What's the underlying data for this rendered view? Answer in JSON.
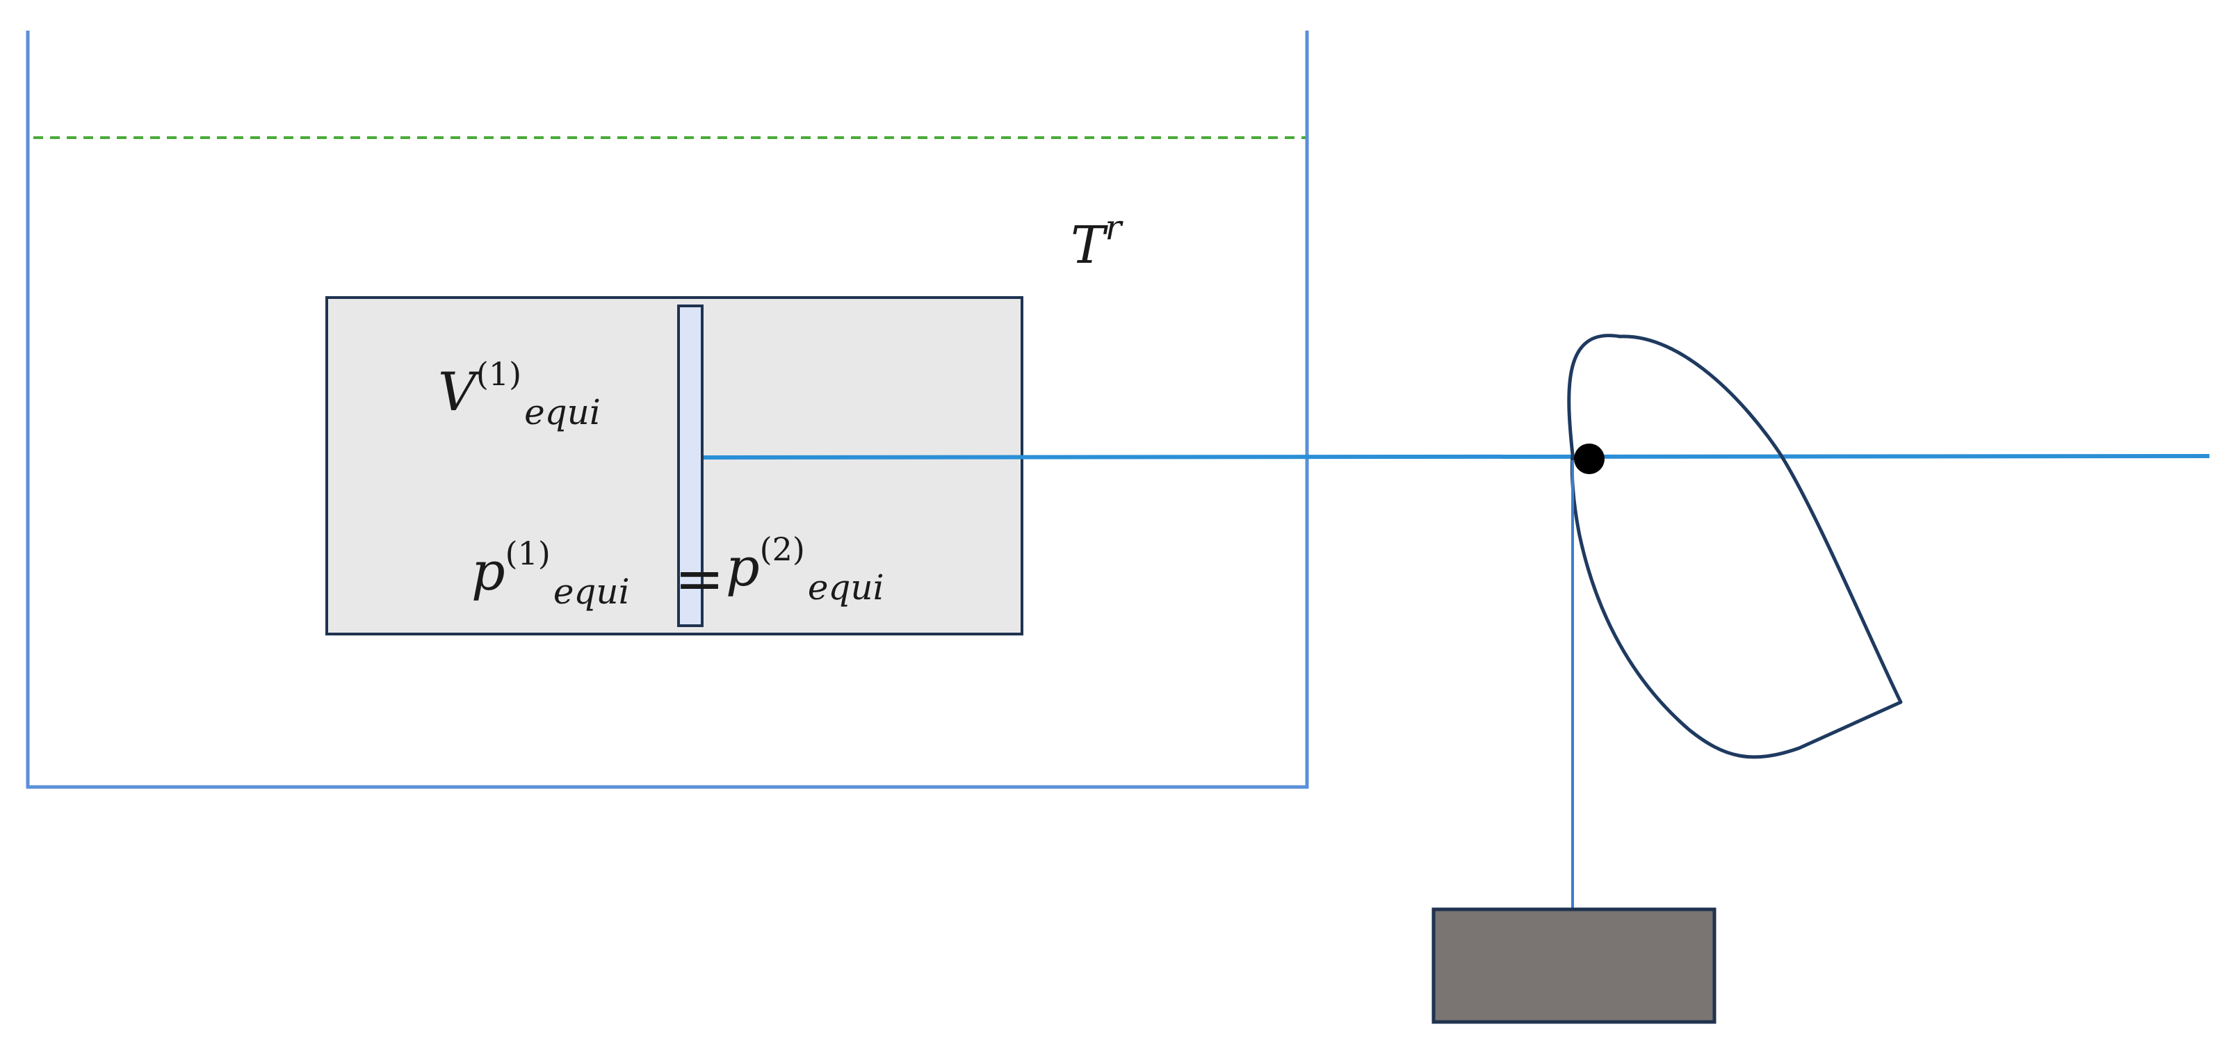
{
  "labels": {
    "temperature": {
      "base": "T",
      "sup": "r"
    },
    "volume": {
      "base": "V",
      "sup": "(1)",
      "sub": "equi"
    },
    "pressure_left": {
      "base": "p",
      "sup": "(1)",
      "sub": "equi"
    },
    "equals_sign": "=",
    "pressure_right": {
      "base": "p",
      "sup": "(2)",
      "sub": "equi"
    }
  },
  "colors": {
    "bath_wall": "#5b8fd8",
    "water_level": "#4aaa3a",
    "cylinder_fill": "#e8e8e8",
    "cylinder_border": "#1f3350",
    "piston_fill": "#dbe5f7",
    "rod": "#2b8fd6",
    "pulley_outline": "#1f3a60",
    "pivot": "#000000",
    "string": "#3a7fd0",
    "weight_fill": "#7a7472",
    "weight_border": "#1f3350"
  }
}
